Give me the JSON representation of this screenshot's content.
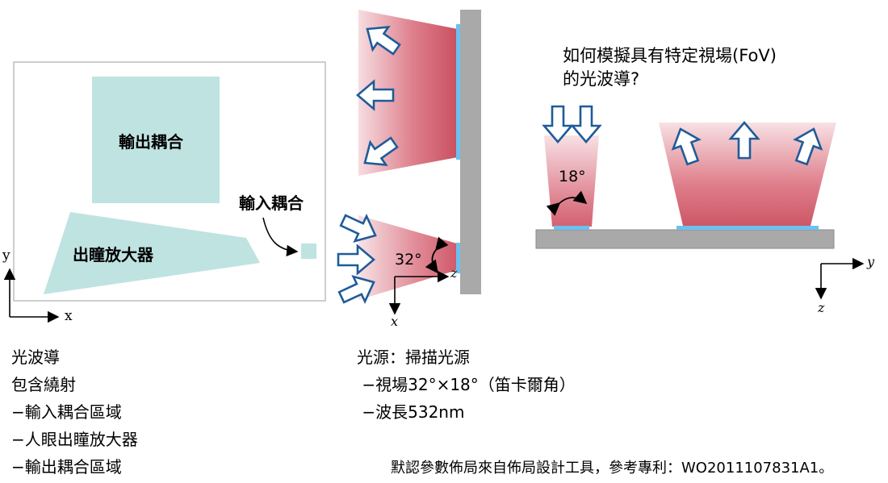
{
  "layout_panel": {
    "output_coupler_label": "輸出耦合",
    "input_coupler_label": "輸入耦合",
    "exit_pupil_label": "出瞳放大器",
    "axis_y": "y",
    "axis_x": "x",
    "colors": {
      "region_fill": "#bfe3e1",
      "frame_stroke": "#bdbdbd"
    }
  },
  "side_panel": {
    "angle_label": "32°",
    "axis_z": "z",
    "axis_x": "x",
    "colors": {
      "grating": "#6cc0f0",
      "substrate": "#a9a9a9",
      "beam": "#d25566"
    }
  },
  "fov_panel": {
    "question_line1": "如何模擬具有特定視場(FoV)",
    "question_line2": "的光波導?",
    "angle_label": "18°",
    "axis_y": "y",
    "axis_z": "z"
  },
  "notes_left": [
    "光波導",
    "包含繞射",
    "−輸入耦合區域",
    "−人眼出瞳放大器",
    "−輸出耦合區域"
  ],
  "notes_middle": [
    "光源：掃描光源",
    " −視場32°×18°（笛卡爾角）",
    " −波長532nm"
  ],
  "footnote": "默認參數佈局來自佈局設計工具，參考專利：WO2011107831A1。"
}
